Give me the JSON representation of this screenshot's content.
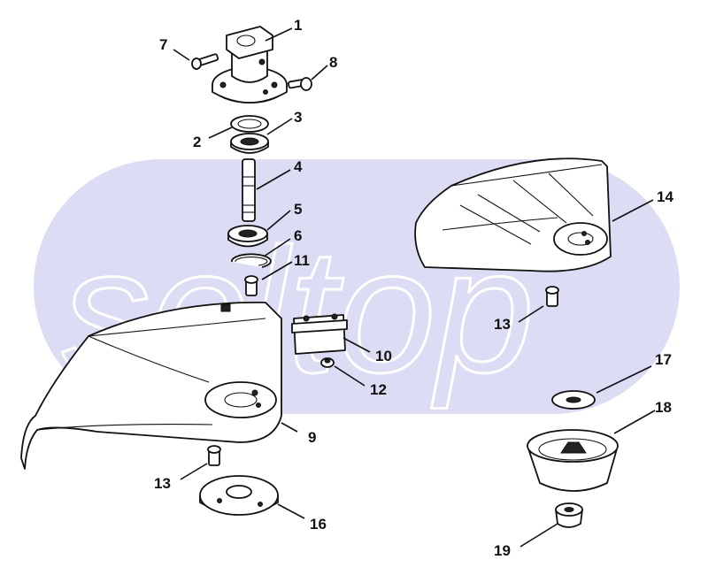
{
  "watermark": {
    "text": "soltop",
    "band_color": "#dcdcf4"
  },
  "callouts": [
    {
      "id": "1",
      "text": "1"
    },
    {
      "id": "2",
      "text": "2"
    },
    {
      "id": "3",
      "text": "3"
    },
    {
      "id": "4",
      "text": "4"
    },
    {
      "id": "5",
      "text": "5"
    },
    {
      "id": "6",
      "text": "6"
    },
    {
      "id": "7",
      "text": "7"
    },
    {
      "id": "8",
      "text": "8"
    },
    {
      "id": "9",
      "text": "9"
    },
    {
      "id": "10",
      "text": "10"
    },
    {
      "id": "11",
      "text": "11"
    },
    {
      "id": "12",
      "text": "12"
    },
    {
      "id": "13a",
      "text": "13"
    },
    {
      "id": "13b",
      "text": "13"
    },
    {
      "id": "14",
      "text": "14"
    },
    {
      "id": "16",
      "text": "16"
    },
    {
      "id": "17",
      "text": "17"
    },
    {
      "id": "18",
      "text": "18"
    },
    {
      "id": "19",
      "text": "19"
    }
  ]
}
